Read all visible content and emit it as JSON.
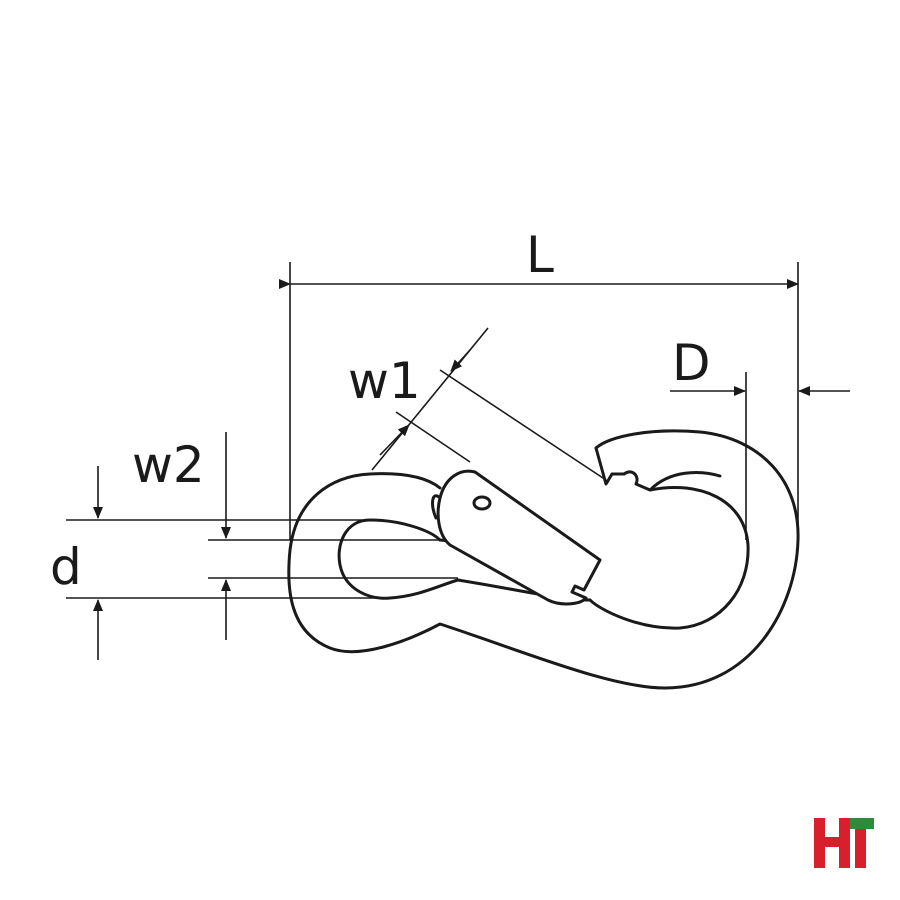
{
  "labels": {
    "length": "L",
    "w1": "w1",
    "w2": "w2",
    "d": "d",
    "D": "D"
  },
  "colors": {
    "line": "#1a1a1a",
    "logo_red": "#d8202c",
    "logo_green": "#2f8a3a"
  }
}
